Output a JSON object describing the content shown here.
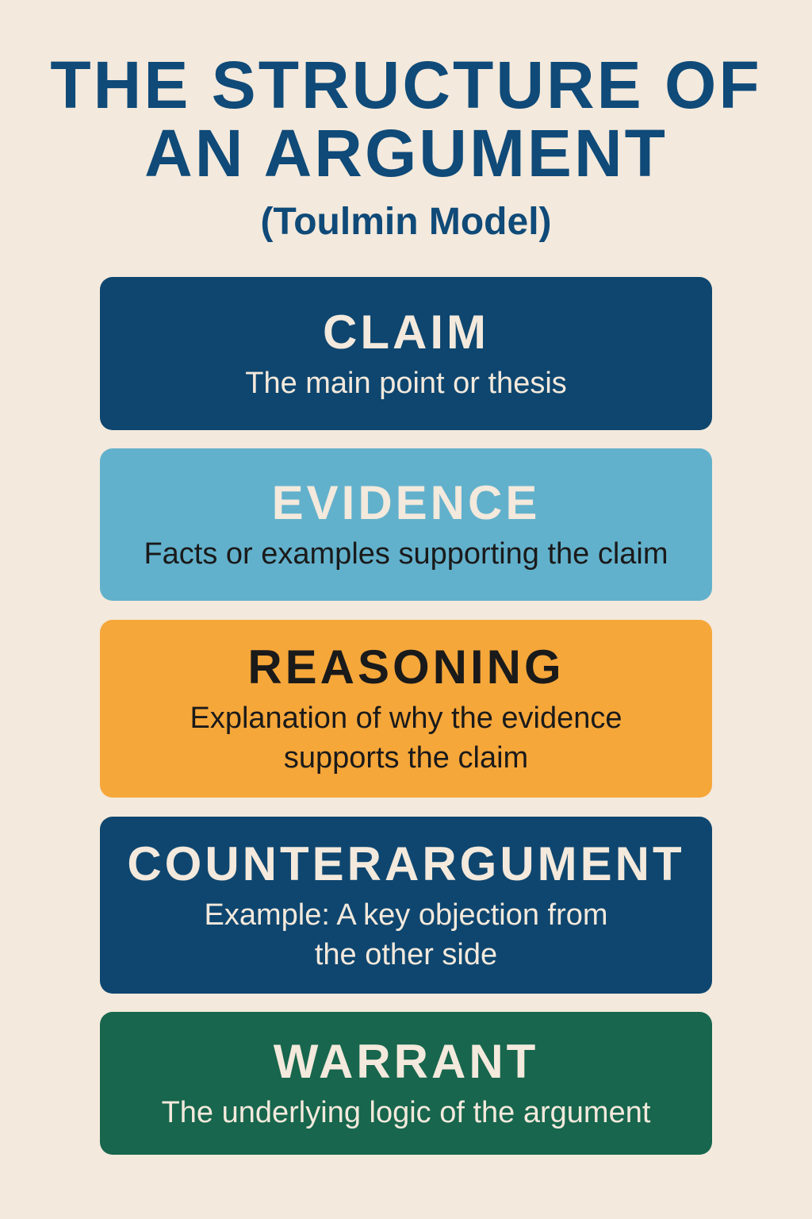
{
  "title": {
    "line1": "THE STRUCTURE OF",
    "line2": "AN ARGUMENT",
    "subtitle": "(Toulmin Model)"
  },
  "sections": [
    {
      "heading": "CLAIM",
      "description": "The main point or thesis",
      "color": "#0e466f"
    },
    {
      "heading": "EVIDENCE",
      "description": "Facts or examples supporting the claim",
      "color": "#62b1cc"
    },
    {
      "heading": "REASONING",
      "description": "Explanation of why the evidence supports the claim",
      "color": "#f6a73a"
    },
    {
      "heading": "COUNTERARGUMENT",
      "description": "Example: A key objection from the other side",
      "color": "#0e466f"
    },
    {
      "heading": "WARRANT",
      "description": "The underlying logic of the argument",
      "color": "#17664d"
    }
  ]
}
